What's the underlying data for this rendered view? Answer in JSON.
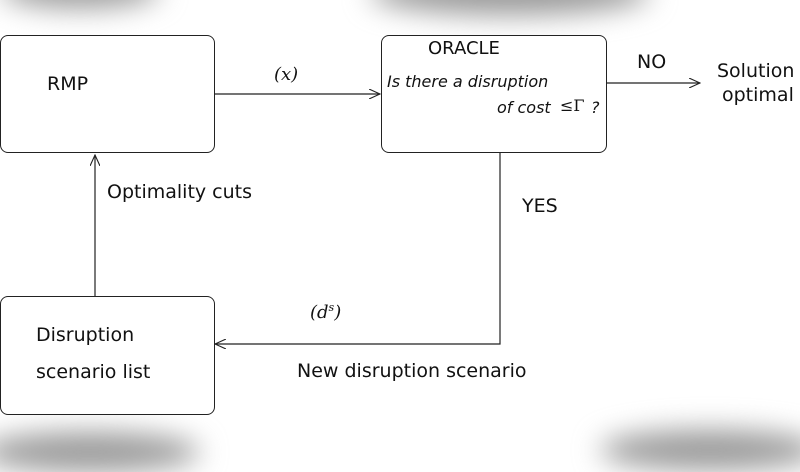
{
  "nodes": {
    "rmp": {
      "label": "RMP"
    },
    "oracle": {
      "title": "ORACLE",
      "question_line1": "Is there a disruption",
      "question_line2_prefix": "of cost",
      "question_line2_math": "≤Γ",
      "question_line2_suffix": "?"
    },
    "scenario_list": {
      "line1": "Disruption",
      "line2": "scenario list"
    },
    "solution": {
      "line1": "Solution",
      "line2": "optimal"
    }
  },
  "edges": {
    "rmp_to_oracle": "(x)",
    "oracle_to_solution": "NO",
    "oracle_to_list": "YES",
    "new_scenario_symbol": "(d^s)",
    "new_scenario_label": "New disruption scenario",
    "list_to_rmp": "Optimality cuts"
  }
}
